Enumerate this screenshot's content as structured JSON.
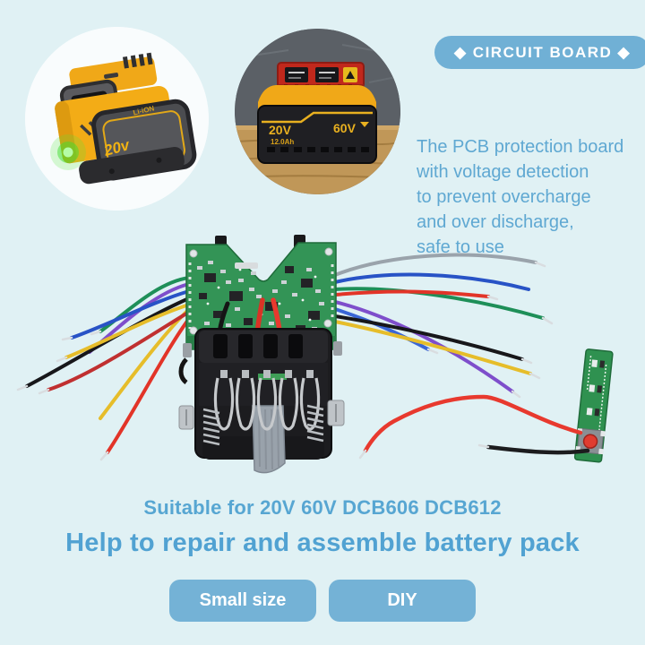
{
  "colors": {
    "page_bg": "#e0f1f4",
    "accent_blue": "#57a6d2",
    "pill_blue": "#70b0d5",
    "pcb_green": "#2f9150",
    "battery_yellow": "#f0a818",
    "wire_red": "#e23428"
  },
  "badge": {
    "label": "◆ CIRCUIT BOARD ◆"
  },
  "description": {
    "lines": [
      "The PCB protection board",
      "with voltage detection",
      "to prevent overcharge",
      "and over discharge,",
      "safe to use"
    ]
  },
  "photos": {
    "battery_single": {
      "voltage_label": "20v",
      "band_label": "Li-iON"
    },
    "battery_adapter": {
      "voltage_left": "20V",
      "capacity": "12.0Ah",
      "voltage_right": "60V"
    }
  },
  "footer": {
    "compatibility": "Suitable for 20V 60V DCB606 DCB612",
    "headline": "Help to repair and assemble battery pack",
    "tags": [
      {
        "label": "Small size"
      },
      {
        "label": "DIY"
      }
    ]
  }
}
